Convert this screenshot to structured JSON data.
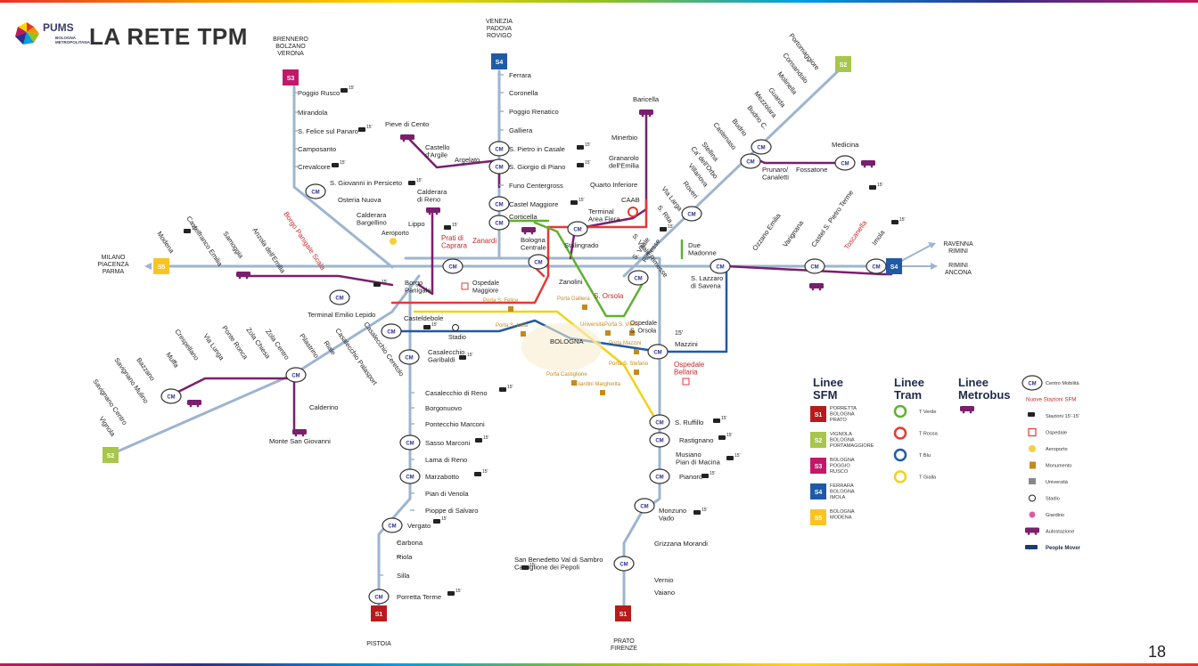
{
  "header": {
    "logo_text": "PUMS",
    "logo_sub_1": "BOLOGNA",
    "logo_sub_2": "METROPOLITANA",
    "title": "LA RETE TPM",
    "page_number": "18"
  },
  "termini": {
    "brennero": [
      "BRENNERO",
      "BOLZANO",
      "VERONA"
    ],
    "venezia": [
      "VENEZIA",
      "PADOVA",
      "ROVIGO"
    ],
    "milano": [
      "MILANO",
      "PIACENZA",
      "PARMA"
    ],
    "ravenna": [
      "RAVENNA",
      "RIMINI"
    ],
    "rimini": [
      "RIMINI",
      "ANCONA"
    ],
    "pistoia": [
      "PISTOIA"
    ],
    "prato": [
      "PRATO",
      "FIRENZE"
    ]
  },
  "line_badges": {
    "s1": "S1",
    "s2": "S2",
    "s3": "S3",
    "s4": "S4",
    "s5": "S5"
  },
  "stations": {
    "s3": [
      "Poggio Rusco",
      "Mirandola",
      "S. Felice sul Panaro",
      "Camposanto",
      "Crevalcore",
      "S. Giovanni in Persiceto",
      "Osteria Nuova",
      "Calderara Bargellino"
    ],
    "s4_north": [
      "Ferrara",
      "Coronella",
      "Poggio Renatico",
      "Galliera",
      "S. Pietro in Casale",
      "S. Giorgio di Piano",
      "Funo Centergross",
      "Castel Maggiore",
      "Corticella"
    ],
    "s2_ne": [
      "Portomaggiore",
      "Consandolo",
      "Molinella",
      "Guarda",
      "Mezzolara",
      "Budrio C.",
      "Budrio",
      "Castenaso",
      "Stellina",
      "Ca' dell'Orbo",
      "Villanova",
      "Roveri",
      "Via Larga",
      "S. Rita",
      "S. Vitale Rimesse"
    ],
    "s4_east": [
      "Ozzano Emilia",
      "Varignana",
      "Castel S. Pietro Terme",
      "Toscanella",
      "Imola"
    ],
    "s5_west": [
      "Modena",
      "Castelfranco Emilia",
      "Samoggia",
      "Anzola dell'Emilia",
      "Borgo Panigale Scala"
    ],
    "s2_sw": [
      "Crespellano",
      "Via Lunga",
      "Ponte Ronca",
      "Zola Chiesa",
      "Zola Centro",
      "Pilastrino",
      "Riale",
      "Casalecchio Palasport",
      "Casalecchio Ceretolo",
      "Muffa",
      "Bazzano",
      "Savignano Mulino",
      "Savignano Centro",
      "Vignola"
    ],
    "s1": [
      "Casalecchio di Reno",
      "Borgonuovo",
      "Pontecchio Marconi",
      "Sasso Marconi",
      "Lama di Reno",
      "Marzabotto",
      "Pian di Venola",
      "Pioppe di Salvaro",
      "Vergato",
      "Carbona",
      "Riola",
      "Silla",
      "Porretta Terme"
    ],
    "s1_south": [
      "S. Ruffillo",
      "Rastignano",
      "Musiano Pian di Macina",
      "Pianoro",
      "Monzuno Vado",
      "Grizzana Morandi",
      "San Benedetto Val di Sambro Castiglione dei Pepoli",
      "Vernio",
      "Vaiano"
    ],
    "misc": [
      "Pieve di Cento",
      "Castello d'Argile",
      "Argelato",
      "Calderara di Reno",
      "Lippo",
      "Aeroporto",
      "Prati di Caprara",
      "Zanardi",
      "Bologna Centrale",
      "Zanolini",
      "Stalingrado",
      "Terminal Area Fiera",
      "CAAB",
      "Quarto Inferiore",
      "Granarolo dell'Emilia",
      "Minerbio",
      "Baricella",
      "Medicina",
      "Prunaro/ Canaletti",
      "Fossatone",
      "Due Madonne",
      "S. Lazzaro di Savena",
      "Mazzini",
      "Borgo Panigale",
      "Terminal Emilio Lepido",
      "Casteldebole",
      "Stadio",
      "Casalecchio Garibaldi",
      "Calderino",
      "Monte San Giovanni",
      "S. Orsola",
      "BOLOGNA",
      "Ospedale Maggiore",
      "Ospedale S. Orsola",
      "Ospedale Bellaria"
    ],
    "monuments": [
      "Porta S. Felice",
      "Porta Galliera",
      "Porta S. Isaia",
      "Università",
      "Porta S. Vitale",
      "Porta Mazzini",
      "Porta S. Stefano",
      "Porta Castiglione",
      "Giardini Margherita"
    ]
  },
  "freq_label": "15'",
  "legend": {
    "sfm_title": "Linee SFM",
    "sfm": [
      {
        "badge": "S1",
        "text": "PORRETTA BOLOGNA PRATO",
        "color": "#b71c1c"
      },
      {
        "badge": "S2",
        "text": "VIGNOLA BOLOGNA PORTAMAGGIORE",
        "color": "#a8c64a"
      },
      {
        "badge": "S3",
        "text": "BOLOGNA POGGIO RUSCO",
        "color": "#c2186b"
      },
      {
        "badge": "S4",
        "text": "FERRARA BOLOGNA IMOLA",
        "color": "#1f5aa6"
      },
      {
        "badge": "S5",
        "text": "BOLOGNA MODENA",
        "color": "#f9c423"
      }
    ],
    "tram_title": "Linee Tram",
    "tram": [
      {
        "text": "T Verde",
        "color": "#5fb130"
      },
      {
        "text": "T Rossa",
        "color": "#e53935"
      },
      {
        "text": "T Blu",
        "color": "#1f5aa6"
      },
      {
        "text": "T Gialla",
        "color": "#f1d21a"
      }
    ],
    "metrobus_title": "Linee Metrobus",
    "symbols": [
      {
        "icon": "centro-mobilita",
        "text": "Centro Mobilità"
      },
      {
        "icon": "nuove-stazioni",
        "text": "Nuove Stazioni SFM"
      },
      {
        "icon": "stazioni-15",
        "text": "Stazioni 15'-15'"
      },
      {
        "icon": "ospedale",
        "text": "Ospedale"
      },
      {
        "icon": "aeroporto",
        "text": "Aeroporto"
      },
      {
        "icon": "monumento",
        "text": "Monumento"
      },
      {
        "icon": "universita",
        "text": "Università"
      },
      {
        "icon": "stadio",
        "text": "Stadio"
      },
      {
        "icon": "giardino",
        "text": "Giardino"
      },
      {
        "icon": "autostazione",
        "text": "Autostazione"
      },
      {
        "icon": "people-mover",
        "text": "People Mover"
      }
    ]
  },
  "colors": {
    "railway": "#9db5cf",
    "s1": "#b71c1c",
    "s2": "#a8c64a",
    "s3": "#c2186b",
    "s4": "#1f5aa6",
    "s5": "#f9c423",
    "metrobus": "#7a1f6e",
    "t_verde": "#5fb130",
    "t_rossa": "#e53935",
    "t_blu": "#1f5aa6",
    "t_gialla": "#f1d21a",
    "monument": "#c48a1b"
  }
}
